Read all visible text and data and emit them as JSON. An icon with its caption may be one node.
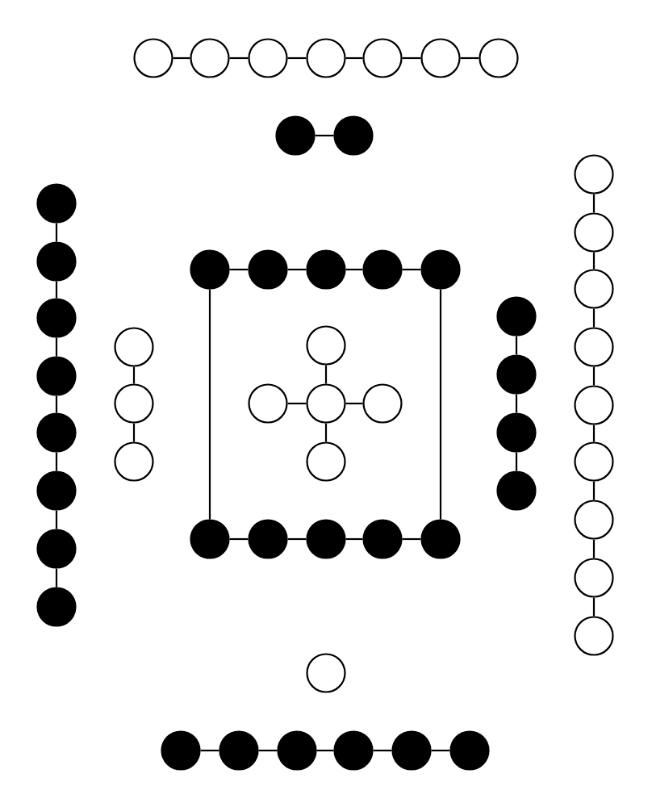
{
  "diagram": {
    "nodes": [
      {
        "text": [],
        "shape": "circle"
      },
      {
        "text": [],
        "shape": "circle"
      },
      {
        "text": [],
        "shape": "circle"
      },
      {
        "text": [],
        "shape": "circle"
      },
      {
        "text": [],
        "shape": "circle"
      },
      {
        "text": [],
        "shape": "circle"
      },
      {
        "text": [],
        "shape": "circle"
      },
      {
        "text": [],
        "shape": "dot"
      },
      {
        "text": [],
        "shape": "dot"
      },
      {
        "text": [],
        "shape": "dot"
      },
      {
        "text": [],
        "shape": "dot"
      },
      {
        "text": [],
        "shape": "dot"
      },
      {
        "text": [],
        "shape": "dot"
      },
      {
        "text": [],
        "shape": "dot"
      },
      {
        "text": [],
        "shape": "dot"
      },
      {
        "text": [],
        "shape": "dot"
      },
      {
        "text": [],
        "shape": "dot"
      },
      {
        "text": [],
        "shape": "circle"
      },
      {
        "text": [],
        "shape": "circle"
      },
      {
        "text": [],
        "shape": "circle"
      },
      {
        "text": [],
        "shape": "dot"
      },
      {
        "text": [],
        "shape": "dot"
      },
      {
        "text": [],
        "shape": "dot"
      },
      {
        "text": [],
        "shape": "dot"
      },
      {
        "text": [],
        "shape": "dot"
      },
      {
        "text": [],
        "shape": "circle"
      },
      {
        "text": [],
        "shape": "circle"
      },
      {
        "text": [],
        "shape": "circle"
      },
      {
        "text": [],
        "shape": "circle"
      },
      {
        "text": [],
        "shape": "circle"
      },
      {
        "text": [],
        "shape": "dot"
      },
      {
        "text": [],
        "shape": "dot"
      },
      {
        "text": [],
        "shape": "dot"
      },
      {
        "text": [],
        "shape": "dot"
      },
      {
        "text": [],
        "shape": "circle"
      },
      {
        "text": [],
        "shape": "circle"
      },
      {
        "text": [],
        "shape": "circle"
      },
      {
        "text": [],
        "shape": "circle"
      },
      {
        "text": [],
        "shape": "circle"
      },
      {
        "text": [],
        "shape": "circle"
      },
      {
        "text": [],
        "shape": "circle"
      },
      {
        "text": [],
        "shape": "circle"
      },
      {
        "text": [],
        "shape": "circle"
      },
      {
        "text": [],
        "shape": "dot"
      },
      {
        "text": [],
        "shape": "dot"
      },
      {
        "text": [],
        "shape": "dot"
      },
      {
        "text": [],
        "shape": "dot"
      },
      {
        "text": [],
        "shape": "dot"
      },
      {
        "text": [],
        "shape": "circle"
      },
      {
        "text": [],
        "shape": "dot"
      },
      {
        "text": [],
        "shape": "dot"
      },
      {
        "text": [],
        "shape": "dot"
      },
      {
        "text": [],
        "shape": "dot"
      },
      {
        "text": [],
        "shape": "dot"
      },
      {
        "text": [],
        "shape": "dot"
      }
    ],
    "edges": [
      {
        "from": 0,
        "to": 1,
        "arrow": "none"
      },
      {
        "from": 1,
        "to": 2,
        "arrow": "none"
      },
      {
        "from": 2,
        "to": 3,
        "arrow": "none"
      },
      {
        "from": 3,
        "to": 4,
        "arrow": "none"
      },
      {
        "from": 4,
        "to": 5,
        "arrow": "none"
      },
      {
        "from": 5,
        "to": 6,
        "arrow": "none"
      },
      {
        "from": 7,
        "to": 8,
        "arrow": "none"
      },
      {
        "from": 9,
        "to": 10,
        "arrow": "none"
      },
      {
        "from": 10,
        "to": 11,
        "arrow": "none"
      },
      {
        "from": 11,
        "to": 12,
        "arrow": "none"
      },
      {
        "from": 12,
        "to": 13,
        "arrow": "none"
      },
      {
        "from": 13,
        "to": 14,
        "arrow": "none"
      },
      {
        "from": 14,
        "to": 15,
        "arrow": "none"
      },
      {
        "from": 15,
        "to": 16,
        "arrow": "none"
      },
      {
        "from": 17,
        "to": 18,
        "arrow": "none"
      },
      {
        "from": 18,
        "to": 19,
        "arrow": "none"
      },
      {
        "from": 20,
        "to": 21,
        "arrow": "none"
      },
      {
        "from": 21,
        "to": 22,
        "arrow": "none"
      },
      {
        "from": 22,
        "to": 23,
        "arrow": "none"
      },
      {
        "from": 23,
        "to": 24,
        "arrow": "none"
      },
      {
        "from": 26,
        "to": 25,
        "arrow": "none"
      },
      {
        "from": 26,
        "to": 27,
        "arrow": "none"
      },
      {
        "from": 26,
        "to": 28,
        "arrow": "none"
      },
      {
        "from": 26,
        "to": 29,
        "arrow": "none"
      },
      {
        "from": 30,
        "to": 31,
        "arrow": "none"
      },
      {
        "from": 31,
        "to": 32,
        "arrow": "none"
      },
      {
        "from": 32,
        "to": 33,
        "arrow": "none"
      },
      {
        "from": 34,
        "to": 35,
        "arrow": "none"
      },
      {
        "from": 35,
        "to": 36,
        "arrow": "none"
      },
      {
        "from": 36,
        "to": 37,
        "arrow": "none"
      },
      {
        "from": 37,
        "to": 38,
        "arrow": "none"
      },
      {
        "from": 38,
        "to": 39,
        "arrow": "none"
      },
      {
        "from": 39,
        "to": 40,
        "arrow": "none"
      },
      {
        "from": 40,
        "to": 41,
        "arrow": "none"
      },
      {
        "from": 41,
        "to": 42,
        "arrow": "none"
      },
      {
        "from": 43,
        "to": 44,
        "arrow": "none"
      },
      {
        "from": 44,
        "to": 45,
        "arrow": "none"
      },
      {
        "from": 45,
        "to": 46,
        "arrow": "none"
      },
      {
        "from": 46,
        "to": 47,
        "arrow": "none"
      },
      {
        "from": 20,
        "to": 43,
        "arrow": "none"
      },
      {
        "from": 24,
        "to": 47,
        "arrow": "none"
      },
      {
        "from": 49,
        "to": 50,
        "arrow": "none"
      },
      {
        "from": 50,
        "to": 51,
        "arrow": "none"
      },
      {
        "from": 51,
        "to": 52,
        "arrow": "none"
      },
      {
        "from": 52,
        "to": 53,
        "arrow": "none"
      },
      {
        "from": 53,
        "to": 54,
        "arrow": "none"
      }
    ]
  }
}
